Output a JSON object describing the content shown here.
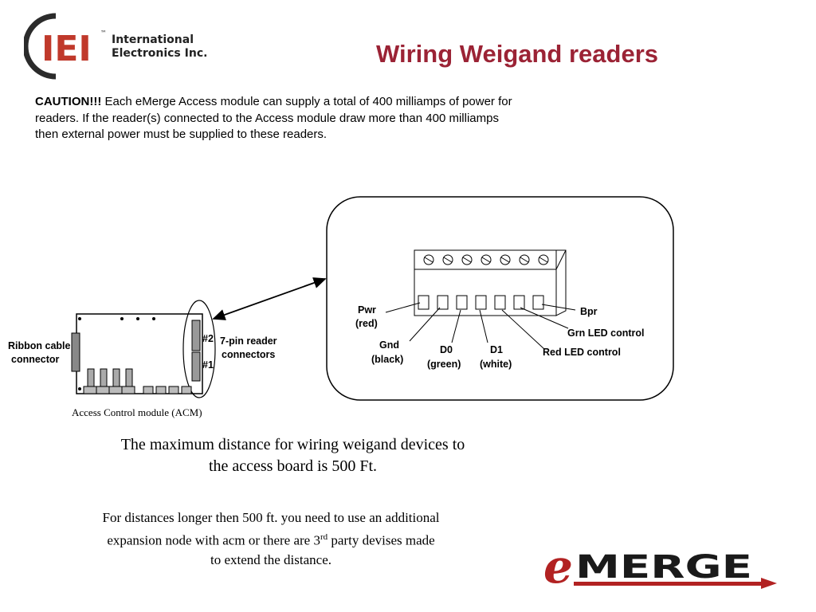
{
  "header": {
    "logo_text": "IEI",
    "logo_tm": "™",
    "company_line1": "International",
    "company_line2": "Electronics Inc."
  },
  "title": "Wiring Weigand readers",
  "caution": {
    "label": "CAUTION!!!",
    "text": "Each eMerge Access module can supply a total of 400 milliamps of power for readers. If the reader(s) connected to the Access module draw more than 400 milliamps then external power must be supplied to these readers."
  },
  "acm_diagram": {
    "ribbon_label_line1": "Ribbon cable",
    "ribbon_label_line2": "connector",
    "connector_num_2": "#2",
    "connector_num_1": "#1",
    "pin_label_line1": "7-pin reader",
    "pin_label_line2": "connectors",
    "caption": "Access Control module (ACM)"
  },
  "terminal_diagram": {
    "pwr_line1": "Pwr",
    "pwr_line2": "(red)",
    "gnd_line1": "Gnd",
    "gnd_line2": "(black)",
    "d0_line1": "D0",
    "d0_line2": "(green)",
    "d1_line1": "D1",
    "d1_line2": "(white)",
    "bpr": "Bpr",
    "grn_led": "Grn LED control",
    "red_led": "Red LED control"
  },
  "max_distance": {
    "line1": "The maximum distance for wiring weigand devices to",
    "line2": "the access board is 500 Ft."
  },
  "longer": {
    "line1": "For distances longer then 500 ft. you need to use an additional",
    "line2_a": "expansion node with acm or there are 3",
    "line2_sup": "rd",
    "line2_b": " party devises made",
    "line3": "to extend the distance."
  },
  "emerge_logo": {
    "e": "e",
    "rest": "MERGE"
  },
  "colors": {
    "title": "#9b2335",
    "logo_red": "#c0392b",
    "emerge_red": "#b22222"
  }
}
